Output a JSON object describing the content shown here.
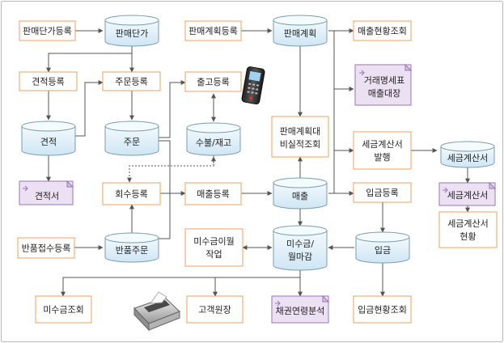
{
  "colors": {
    "process_border": "#f0a060",
    "store_fill": "#dff0fa",
    "store_border": "#7a9cae",
    "doc_fill": "#ece0f3",
    "doc_border": "#9a76b6",
    "line": "#555555",
    "frame": "#b9b9b9"
  },
  "nodes": {
    "sales_price_reg": "판매단가등록",
    "sales_price": "판매단가",
    "sales_plan_reg": "판매계획등록",
    "sales_plan": "판매계획",
    "sales_status_query": "매출현황조회",
    "estimate_reg": "견적등록",
    "order_reg": "주문등록",
    "shipping_reg": "출고등록",
    "statement_l1": "거래명세표",
    "statement_l2": "매출대장",
    "estimate": "견적",
    "order": "주문",
    "inout_l1": "수불/재고",
    "plan_vs_actual_l1": "판매계획대",
    "plan_vs_actual_l2": "비실적조회",
    "tax_issue_l1": "세금계산서",
    "tax_issue_l2": "발행",
    "tax_invoice_store": "세금계산서",
    "estimate_doc": "견적서",
    "collection_reg": "회수등록",
    "sales_reg": "매출등록",
    "sales": "매출",
    "deposit_reg": "입금등록",
    "tax_invoice_doc": "세금계산서",
    "tax_status_l1": "세금계산서",
    "tax_status_l2": "현황",
    "return_reg": "반품접수등록",
    "return_order": "반품주문",
    "carryover_l1": "미수금이월",
    "carryover_l2": "작업",
    "receivable_l1": "미수금/",
    "receivable_l2": "월마감",
    "deposit": "입금",
    "receivable_query": "미수금조회",
    "customer_ledger": "고객원장",
    "bond_aging": "채권연령분석",
    "deposit_status_query": "입금현황조회"
  },
  "icons": {
    "handheld": "handheld-terminal-icon",
    "printer": "printer-icon"
  }
}
